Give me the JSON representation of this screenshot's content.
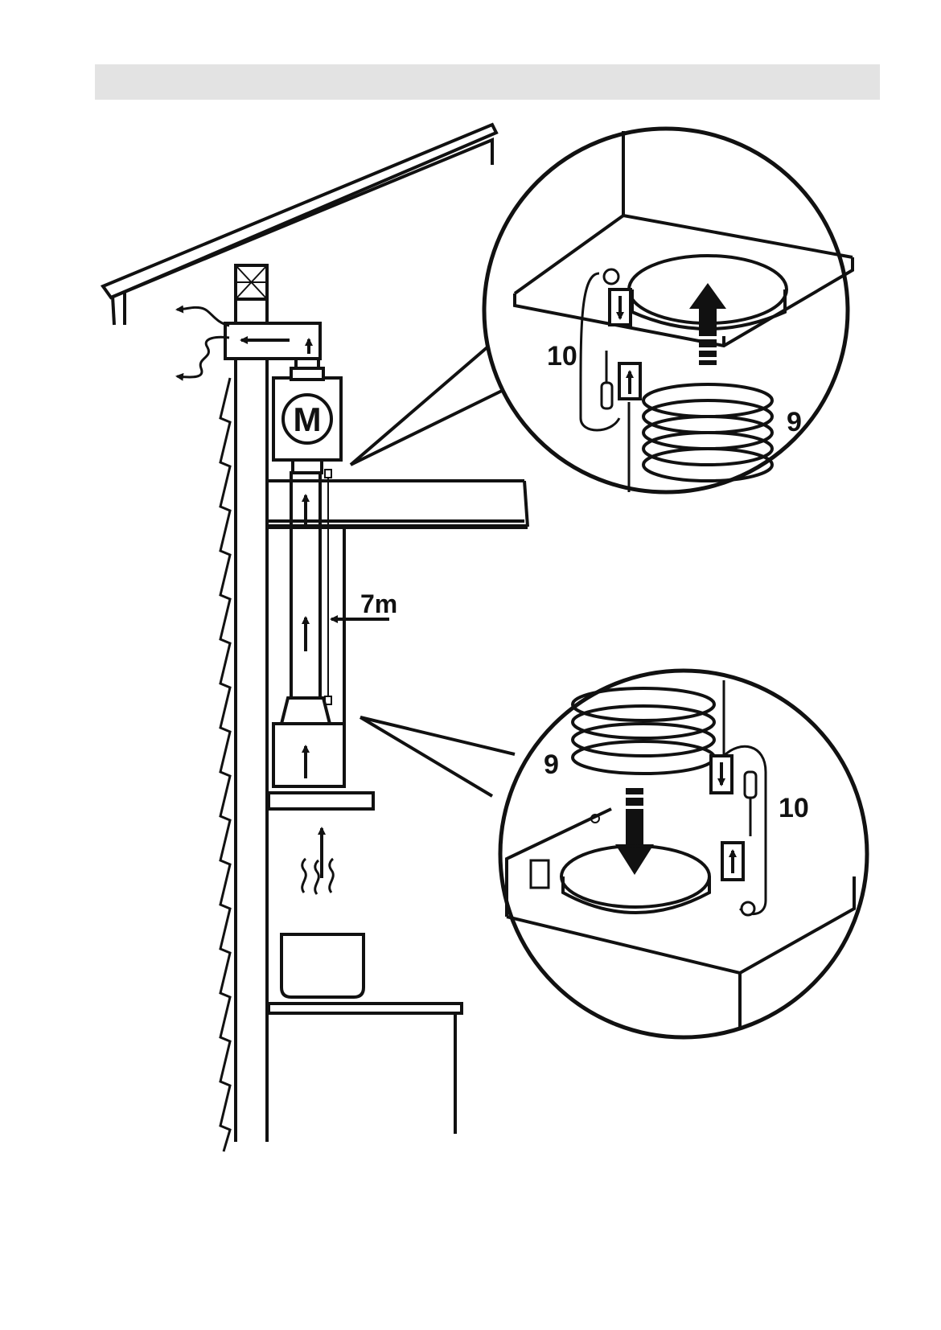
{
  "labels": {
    "motor": "M",
    "length": "7m",
    "top_collar": "9",
    "top_clip": "10",
    "bottom_collar": "9",
    "bottom_clip": "10"
  },
  "colors": {
    "line": "#111111",
    "band": "#e3e3e3",
    "background": "#ffffff"
  }
}
